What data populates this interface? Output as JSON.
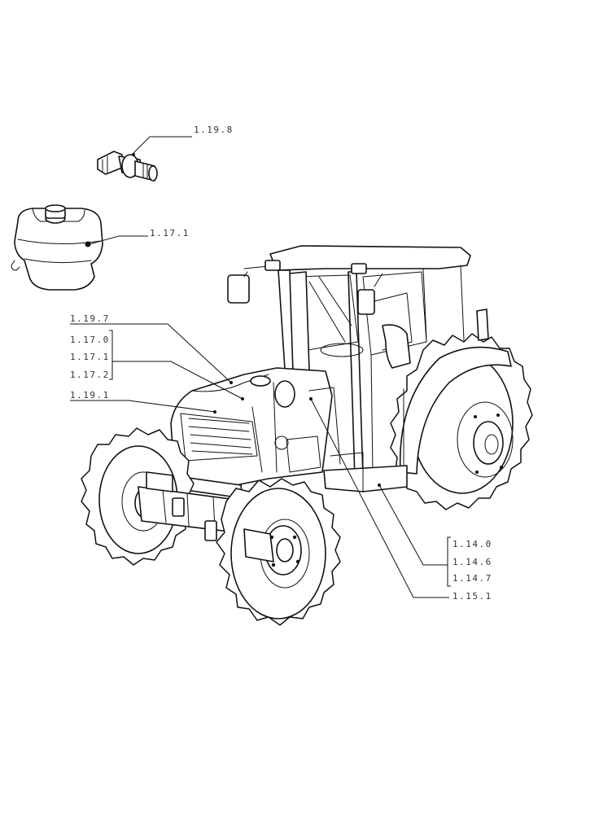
{
  "callouts": {
    "c1": "1.19.8",
    "c2": "1.17.1",
    "c3": "1.19.7",
    "c4": "1.17.0",
    "c5": "1.17.1",
    "c6": "1.17.2",
    "c7": "1.19.1",
    "c8": "1.14.0",
    "c9": "1.14.6",
    "c10": "1.14.7",
    "c11": "1.15.1"
  }
}
